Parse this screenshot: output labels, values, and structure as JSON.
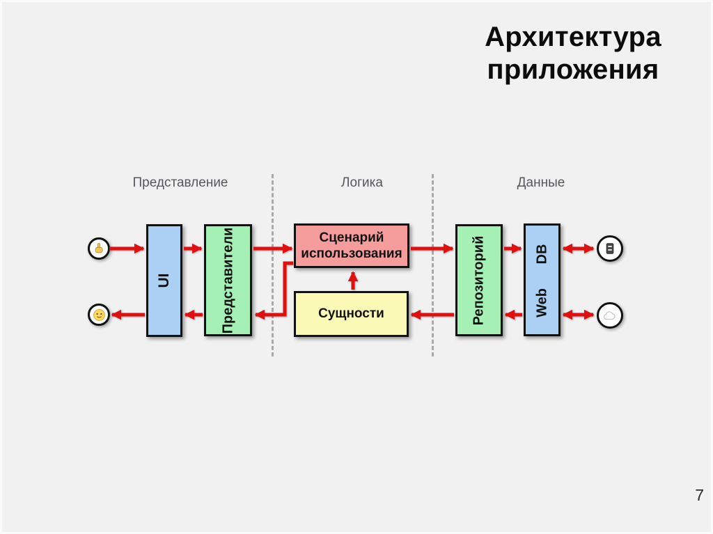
{
  "title": {
    "line1": "Архитектура",
    "line2": "приложения"
  },
  "page_number": "7",
  "sections": [
    {
      "label": "Представление"
    },
    {
      "label": "Логика"
    },
    {
      "label": "Данные"
    }
  ],
  "nodes": {
    "ui": {
      "label": "UI",
      "fill": "#abd0f3"
    },
    "presenters": {
      "label": "Представители",
      "fill": "#a5f1b5"
    },
    "use_case": {
      "line1": "Сценарий",
      "line2": "использования",
      "fill": "#f59c9c"
    },
    "entities": {
      "label": "Сущности",
      "fill": "#fafab6"
    },
    "repository": {
      "label": "Репозиторий",
      "fill": "#a5f1b5"
    },
    "web_db": {
      "label_top": "DB",
      "label_bottom": "Web",
      "fill": "#abd0f3"
    }
  },
  "icons": {
    "left_top": "pointing-hand-icon",
    "left_bottom": "smiley-face-icon",
    "right_top": "file-cabinet-icon",
    "right_bottom": "cloud-icon"
  },
  "colors": {
    "background": "#f1f1f2",
    "arrow_red": "#e01010",
    "box_border": "#111111",
    "section_label_gray": "#56575b",
    "dashed_line_gray": "#a9a9ad",
    "title_black": "#0c0c0c"
  }
}
